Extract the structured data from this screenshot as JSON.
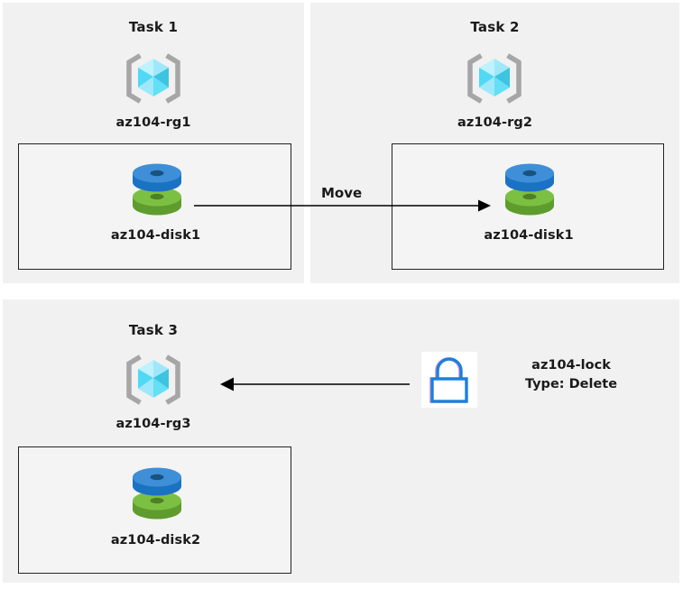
{
  "diagram": {
    "title_absent": true,
    "background": "#ffffff",
    "panel_background": "#f1f1f1",
    "colors": {
      "panel": "#f1f1f1",
      "inner_box_border": "#222222",
      "inner_box_fill": "#f4f4f4",
      "text": "#1a1a1a",
      "rg_bracket": "#a6a6a6",
      "rg_cube_light": "#9fe8fb",
      "rg_cube_mid": "#4fd9f5",
      "rg_cube_dark": "#3cc4e0",
      "disk_blue_top": "#3f8fd8",
      "disk_blue_side": "#1a72c4",
      "disk_blue_hole": "#17537f",
      "disk_green_top": "#7cc043",
      "disk_green_side": "#5f9c2e",
      "disk_green_hole": "#4e7f26",
      "lock_stroke": "#1a7fe0",
      "lock_fringe": "#e87ab0",
      "lock_tile": "#ffffff",
      "arrow": "#000000"
    }
  },
  "panels": [
    {
      "id": "task1",
      "title": "Task 1",
      "resource_group": "az104-rg1",
      "resource_group_icon": "resource-group-cube-icon",
      "inner_box": {
        "resource": "az104-disk1",
        "resource_icon": "managed-disk-icon"
      }
    },
    {
      "id": "task2",
      "title": "Task 2",
      "resource_group": "az104-rg2",
      "resource_group_icon": "resource-group-cube-icon",
      "inner_box": {
        "resource": "az104-disk1",
        "resource_icon": "managed-disk-icon"
      }
    },
    {
      "id": "task3",
      "title": "Task 3",
      "resource_group": "az104-rg3",
      "resource_group_icon": "resource-group-cube-icon",
      "inner_box": {
        "resource": "az104-disk2",
        "resource_icon": "managed-disk-icon"
      }
    }
  ],
  "connectors": {
    "move": {
      "label": "Move",
      "direction": "left-to-right",
      "from": "az104-disk1 in az104-rg1",
      "to": "az104-disk1 in az104-rg2"
    },
    "lock_applied": {
      "label": "",
      "direction": "right-to-left",
      "from": "az104-lock",
      "to": "az104-rg3"
    }
  },
  "lock": {
    "icon": "padlock-icon",
    "name": "az104-lock",
    "type_line": "Type: Delete"
  }
}
